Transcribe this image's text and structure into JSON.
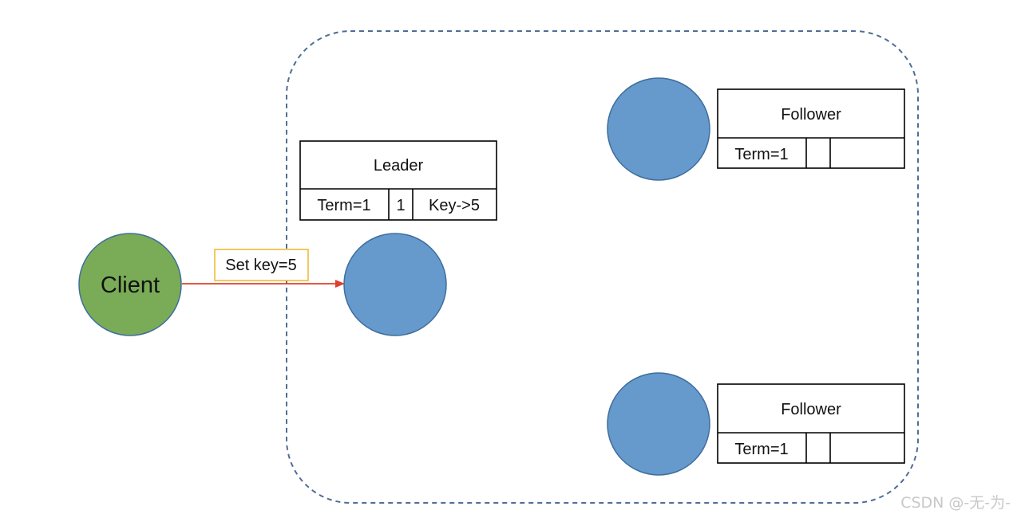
{
  "client": {
    "label": "Client",
    "color": "#7aac57"
  },
  "request": {
    "label": "Set key=5",
    "arrow_color": "#e0402a",
    "box_border_color": "#f2b52e"
  },
  "cluster": {
    "border_color": "#4f6e96"
  },
  "node_color": "#6699cc",
  "node_stroke": "#3f6e9c",
  "leader": {
    "role": "Leader",
    "term": "Term=1",
    "index": "1",
    "entry": "Key->5"
  },
  "followers": [
    {
      "role": "Follower",
      "term": "Term=1",
      "index": "",
      "entry": ""
    },
    {
      "role": "Follower",
      "term": "Term=1",
      "index": "",
      "entry": ""
    }
  ],
  "watermark": "CSDN @-无-为-"
}
